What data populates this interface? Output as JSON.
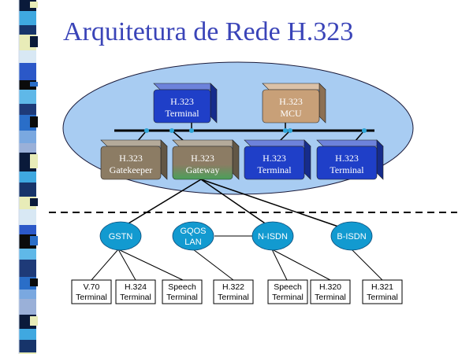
{
  "title": "Arquitetura de Rede H.323",
  "top_devices": [
    {
      "line1": "H.323",
      "line2": "Terminal"
    },
    {
      "line1": "H.323",
      "line2": "MCU"
    }
  ],
  "bottom_devices": [
    {
      "line1": "H.323",
      "line2": "Gatekeeper"
    },
    {
      "line1": "H.323",
      "line2": "Gateway"
    },
    {
      "line1": "H.323",
      "line2": "Terminal"
    },
    {
      "line1": "H.323",
      "line2": "Terminal"
    }
  ],
  "networks": [
    {
      "line1": "GSTN",
      "line2": ""
    },
    {
      "line1": "GQOS",
      "line2": "LAN"
    },
    {
      "line1": "N-ISDN",
      "line2": ""
    },
    {
      "line1": "B-ISDN",
      "line2": ""
    }
  ],
  "terminals": [
    {
      "line1": "V.70",
      "line2": "Terminal"
    },
    {
      "line1": "H.324",
      "line2": "Terminal"
    },
    {
      "line1": "Speech",
      "line2": "Terminal"
    },
    {
      "line1": "H.322",
      "line2": "Terminal"
    },
    {
      "line1": "Speech",
      "line2": "Terminal"
    },
    {
      "line1": "H.320",
      "line2": "Terminal"
    },
    {
      "line1": "H.321",
      "line2": "Terminal"
    }
  ],
  "colors": {
    "title": "#3a44b8",
    "cloud": "#a8ccf2",
    "blue_box": "#1f3fc8",
    "tan_box": "#c8a078",
    "gray_box": "#8c7c64",
    "gateway_bottom": "#4aa05a",
    "network_ellipse": "#129ad0"
  }
}
